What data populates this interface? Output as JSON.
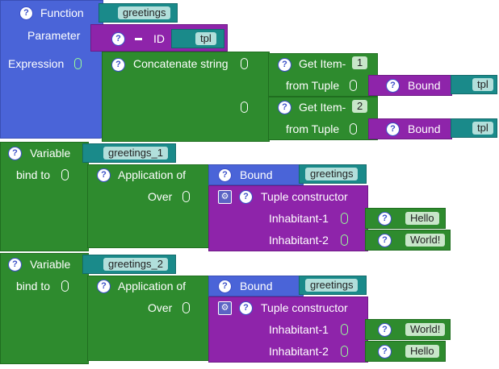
{
  "function_block": {
    "header": "Function",
    "name": "greetings",
    "parameter_label": "Parameter",
    "param_id_label": "ID",
    "param_value": "tpl",
    "expression_label": "Expression",
    "concat_label": "Concatenate string",
    "items": [
      {
        "get_label": "Get Item-",
        "index": "1",
        "from_label": "from Tuple",
        "bound_label": "Bound",
        "bound_value": "tpl"
      },
      {
        "get_label": "Get Item-",
        "index": "2",
        "from_label": "from Tuple",
        "bound_label": "Bound",
        "bound_value": "tpl"
      }
    ]
  },
  "variables": [
    {
      "label": "Variable",
      "name": "greetings_1",
      "bind_label": "bind to",
      "app_label": "Application of",
      "bound_label": "Bound",
      "bound_value": "greetings",
      "over_label": "Over",
      "tuple_label": "Tuple constructor",
      "inh1_label": "Inhabitant-1",
      "inh1_value": "Hello",
      "inh2_label": "Inhabitant-2",
      "inh2_value": "World!"
    },
    {
      "label": "Variable",
      "name": "greetings_2",
      "bind_label": "bind to",
      "app_label": "Application of",
      "bound_label": "Bound",
      "bound_value": "greetings",
      "over_label": "Over",
      "tuple_label": "Tuple constructor",
      "inh1_label": "Inhabitant-1",
      "inh1_value": "World!",
      "inh2_label": "Inhabitant-2",
      "inh2_value": "Hello"
    }
  ],
  "colors": {
    "function": "#4a64d8",
    "variable": "#2e8b2e",
    "tuple": "#8e24aa",
    "name": "#1a8a8a"
  },
  "icons": {
    "help": "question-circle-icon",
    "settings": "gear-icon"
  }
}
